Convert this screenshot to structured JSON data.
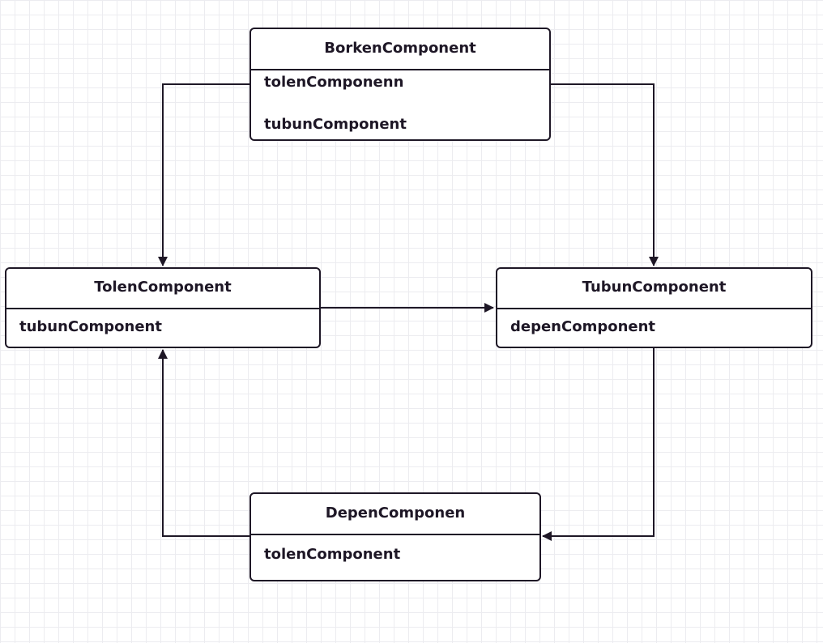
{
  "diagram": {
    "nodes": {
      "borken": {
        "title": "BorkenComponent",
        "fields": [
          "tolenComponenn",
          "tubunComponent"
        ]
      },
      "tolen": {
        "title": "TolenComponent",
        "fields": [
          "tubunComponent"
        ]
      },
      "tubun": {
        "title": "TubunComponent",
        "fields": [
          "depenComponent"
        ]
      },
      "depen": {
        "title": "DepenComponen",
        "fields": [
          "tolenComponent"
        ]
      }
    },
    "edges": [
      {
        "from": "BorkenComponent",
        "to": "TolenComponent"
      },
      {
        "from": "BorkenComponent",
        "to": "TubunComponent"
      },
      {
        "from": "TolenComponent",
        "to": "TubunComponent"
      },
      {
        "from": "TubunComponent",
        "to": "DepenComponen"
      },
      {
        "from": "DepenComponen",
        "to": "TolenComponent"
      }
    ],
    "colors": {
      "stroke": "#1e1726",
      "grid": "#ececf0",
      "background": "#ffffff"
    }
  }
}
